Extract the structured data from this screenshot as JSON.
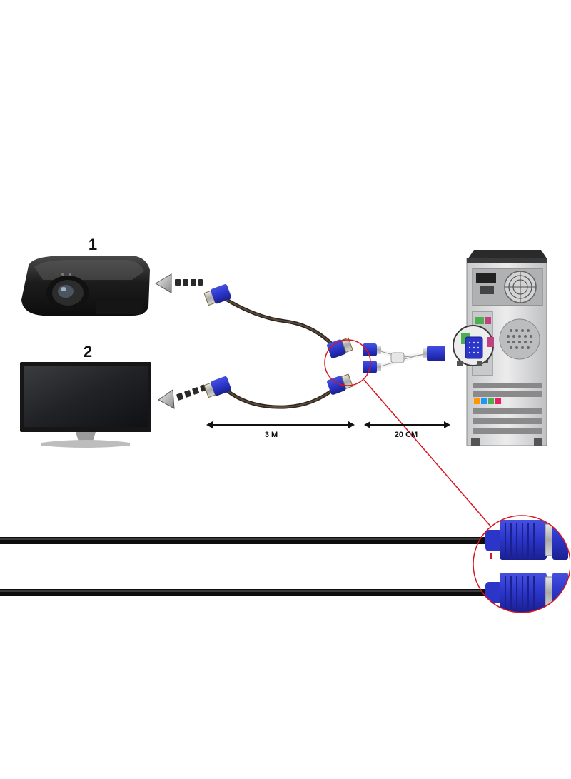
{
  "labels": {
    "projector_number": "1",
    "monitor_number": "2",
    "length_long": "3 M",
    "length_short": "20 CM"
  },
  "colors": {
    "connector_blue": "#2b35c8",
    "connector_blue_dark": "#1a2090",
    "highlight_red": "#d8141e",
    "cable_brown": "#3a2f25",
    "device_black": "#1b1b1b",
    "case_grey": "#d9dadc"
  },
  "icons": [
    "projector-icon",
    "monitor-icon",
    "desktop-tower-icon",
    "vga-connector-icon",
    "direction-arrow-icon",
    "magnifier-circle-icon"
  ]
}
